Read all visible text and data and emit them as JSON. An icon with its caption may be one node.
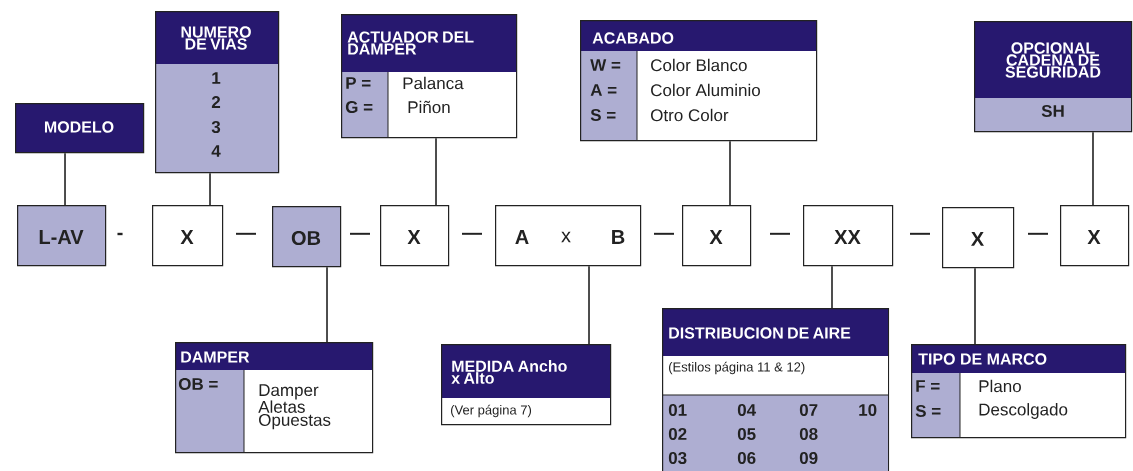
{
  "diagram": {
    "nodes": [
      {
        "text": [
          "MODELO"
        ]
      },
      {
        "text": [
          "NUMERO DE VIAS",
          "1",
          "2",
          "3",
          "4"
        ]
      },
      {
        "text": [
          "ACTUADOR DEL DAMPER",
          "P =",
          "Palanca",
          "G =",
          "Piñon"
        ]
      },
      {
        "text": [
          "ACABADO",
          "W =",
          "Color Blanco",
          "A =",
          "Color Aluminio",
          "S =",
          "Otro Color"
        ]
      },
      {
        "text": [
          "OPCIONAL CADENA DE SEGURIDAD",
          "SH"
        ]
      },
      {
        "text": [
          "L-AV"
        ]
      },
      {
        "text": [
          "X"
        ]
      },
      {
        "text": [
          "OB"
        ]
      },
      {
        "text": [
          "X"
        ]
      },
      {
        "text": [
          "A",
          "x",
          "B"
        ]
      },
      {
        "text": [
          "X"
        ]
      },
      {
        "text": [
          "XX"
        ]
      },
      {
        "text": [
          "X"
        ]
      },
      {
        "text": [
          "X"
        ]
      },
      {
        "text": [
          "DAMPER",
          "OB =",
          "Damper Aletas Opuestas"
        ]
      },
      {
        "text": [
          "MEDIDA Ancho x Alto",
          "(Ver página 7)"
        ]
      },
      {
        "text": [
          "DISTRIBUCION DE AIRE",
          "(Estilos página 11 & 12)",
          "01",
          "04",
          "07",
          "10",
          "02",
          "05",
          "08",
          "03",
          "06",
          "09"
        ]
      },
      {
        "text": [
          "TIPO DE MARCO",
          "F =",
          "Plano",
          "S =",
          "Descolgado"
        ]
      }
    ],
    "edges": [
      {
        "from": 0,
        "to": 5,
        "arrow": "none"
      },
      {
        "from": 1,
        "to": 6,
        "arrow": "none"
      },
      {
        "from": 2,
        "to": 8,
        "arrow": "none"
      },
      {
        "from": 3,
        "to": 10,
        "arrow": "none"
      },
      {
        "from": 4,
        "to": 13,
        "arrow": "none"
      },
      {
        "from": 7,
        "to": 14,
        "arrow": "none"
      },
      {
        "from": 9,
        "to": 15,
        "arrow": "none"
      },
      {
        "from": 11,
        "to": 16,
        "arrow": "none"
      },
      {
        "from": 12,
        "to": 17,
        "arrow": "none"
      }
    ],
    "labels": [
      "-",
      "—",
      "—",
      "—",
      "—",
      "—",
      "—",
      "—"
    ]
  }
}
